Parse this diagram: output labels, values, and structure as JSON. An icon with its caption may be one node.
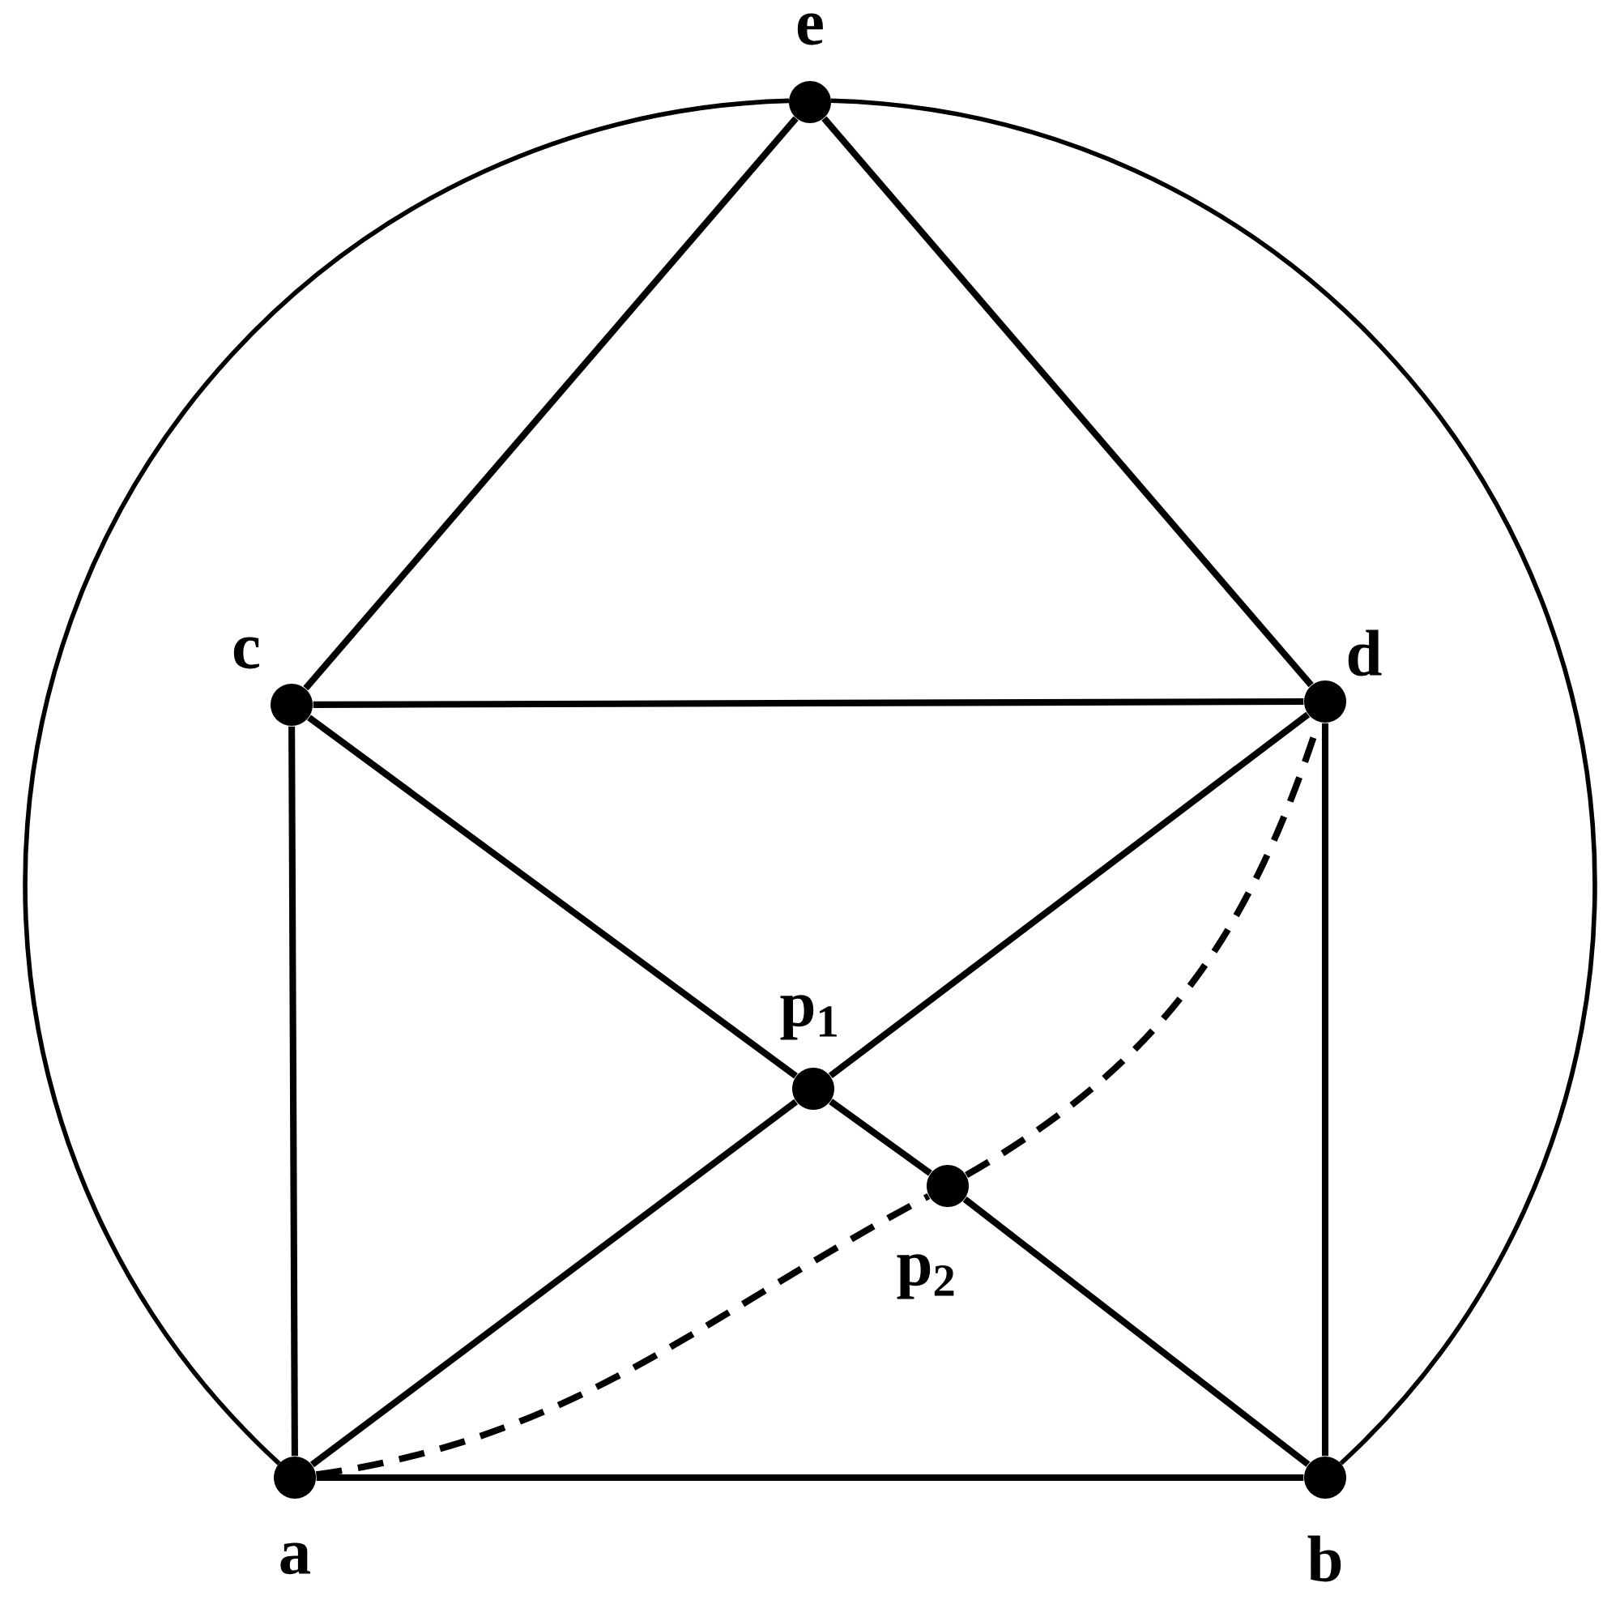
{
  "diagram": {
    "nodes": [
      {
        "text": [],
        "shape": "circle",
        "beside": [
          "e"
        ]
      },
      {
        "text": [],
        "shape": "circle",
        "beside": [
          "c"
        ]
      },
      {
        "text": [],
        "shape": "circle",
        "beside": [
          "d"
        ]
      },
      {
        "text": [],
        "shape": "circle",
        "beside": [
          "p$_{1}$"
        ]
      },
      {
        "text": [],
        "shape": "circle",
        "beside": [
          "p$_{2}$"
        ]
      },
      {
        "text": [],
        "shape": "circle",
        "beside": [
          "a"
        ]
      },
      {
        "text": [],
        "shape": "circle",
        "beside": [
          "b"
        ]
      }
    ],
    "edges": [
      {
        "from": 0,
        "to": 1,
        "arrow": "none"
      },
      {
        "from": 0,
        "to": 2,
        "arrow": "none"
      },
      {
        "from": 1,
        "to": 2,
        "arrow": "none"
      },
      {
        "from": 1,
        "to": 5,
        "arrow": "none"
      },
      {
        "from": 2,
        "to": 6,
        "arrow": "none"
      },
      {
        "from": 5,
        "to": 6,
        "arrow": "none"
      },
      {
        "from": 1,
        "to": 3,
        "arrow": "none"
      },
      {
        "from": 3,
        "to": 4,
        "arrow": "none"
      },
      {
        "from": 4,
        "to": 6,
        "arrow": "none"
      },
      {
        "from": 5,
        "to": 3,
        "arrow": "none"
      },
      {
        "from": 3,
        "to": 2,
        "arrow": "none"
      },
      {
        "from": 5,
        "to": 4,
        "arrow": "none",
        "style": "dashed"
      },
      {
        "from": 4,
        "to": 2,
        "arrow": "none",
        "style": "dashed"
      },
      {
        "from": 5,
        "to": 0,
        "arrow": "none"
      },
      {
        "from": 0,
        "to": 6,
        "arrow": "none"
      }
    ]
  }
}
